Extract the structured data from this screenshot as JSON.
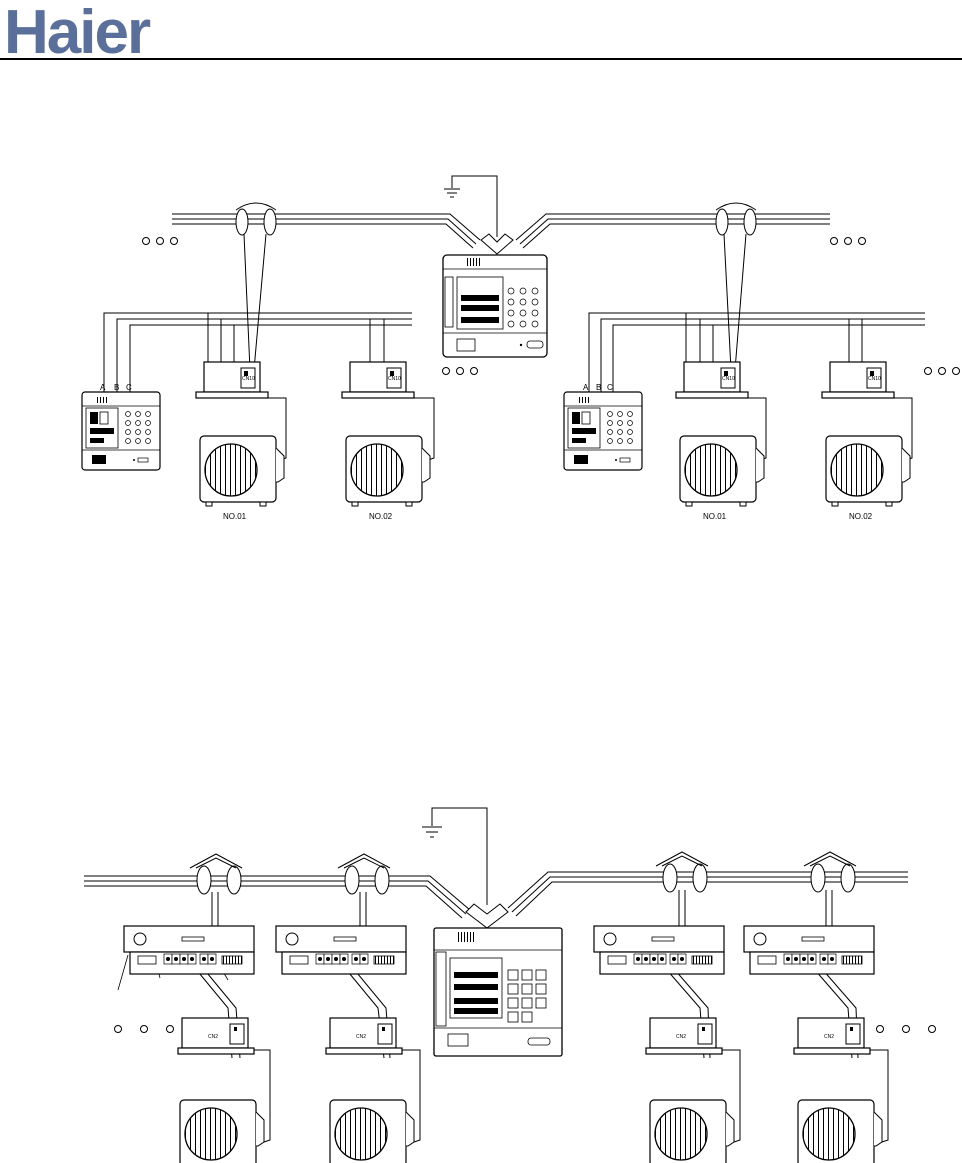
{
  "header": {
    "logo_text": "Haier",
    "logo_color": "#5a6f99"
  },
  "diagram_top": {
    "indoor_units": [
      {
        "label": "NO.01",
        "connector": "CN10"
      },
      {
        "label": "NO.02",
        "connector": "CN10"
      },
      {
        "label": "NO.01",
        "connector": "CN10"
      },
      {
        "label": "NO.02",
        "connector": "CN10"
      }
    ],
    "terminal_labels": [
      "A",
      "B",
      "C"
    ]
  },
  "diagram_bottom": {
    "indoor_units": [
      {
        "connector": "CN2"
      },
      {
        "connector": "CN2"
      },
      {
        "connector": "CN2"
      },
      {
        "connector": "CN2"
      }
    ]
  }
}
